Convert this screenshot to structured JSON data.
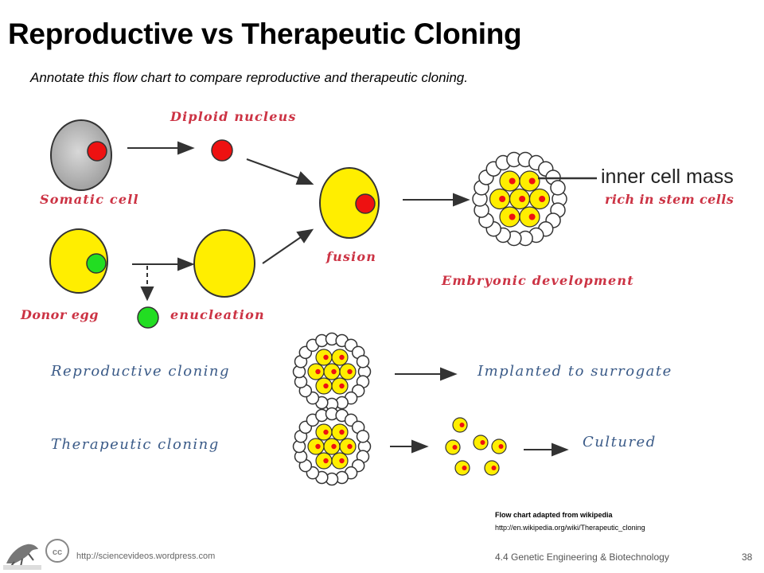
{
  "slide": {
    "title": "Reproductive vs Therapeutic Cloning",
    "subtitle": "Annotate this flow chart to compare reproductive and therapeutic cloning.",
    "page_number": "38",
    "course": "4.4 Genetic Engineering & Biotechnology",
    "site_url": "http://sciencevideos.wordpress.com",
    "cc_badge": "cc"
  },
  "labels": {
    "diploid_nucleus": "Diploid nucleus",
    "somatic_cell": "Somatic cell",
    "donor_egg": "Donor egg",
    "enucleation": "enucleation",
    "fusion": "fusion",
    "embryonic_development": "Embryonic development",
    "inner_cell_mass": "inner cell mass",
    "rich_in_stem_cells": "rich in stem cells",
    "reproductive_cloning": "Reproductive cloning",
    "therapeutic_cloning": "Therapeutic cloning",
    "implanted_to_surrogate": "Implanted to surrogate",
    "cultured": "Cultured"
  },
  "credit": {
    "line1": "Flow chart adapted from wikipedia",
    "line2": "http://en.wikipedia.org/wiki/Therapeutic_cloning"
  },
  "colors": {
    "label_red": "#cc3344",
    "label_blue": "#3b5b88",
    "cell_yellow": "#ffee00",
    "nucleus_red": "#ee1111",
    "nucleus_green": "#22dd22",
    "somatic_grey": "#b8b8b8"
  }
}
